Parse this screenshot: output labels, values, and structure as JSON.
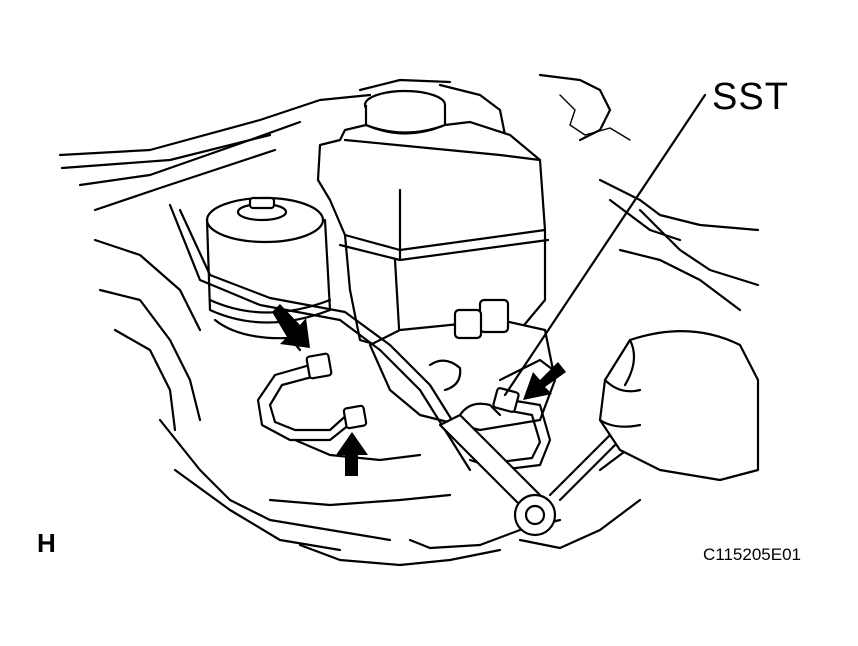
{
  "figure": {
    "callout_label": "SST",
    "view_letter": "H",
    "figure_code": "C115205E01",
    "arrow_count": 3,
    "icons": [
      "arrow-indicator-icon"
    ]
  }
}
